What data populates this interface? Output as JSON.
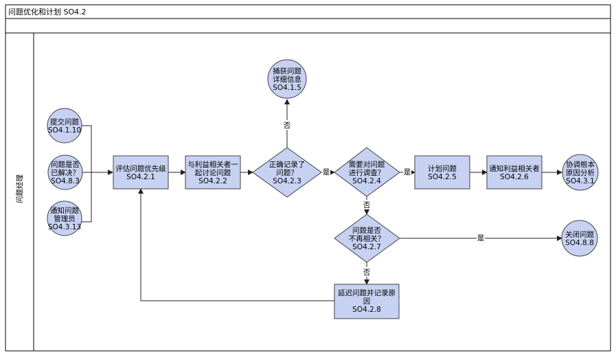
{
  "title": "问题优化和计划 SO4.2",
  "lane_label": "问题经理",
  "colors": {
    "node_fill": "#c7d2f2",
    "node_stroke": "#404040",
    "edge": "#222222",
    "frame": "#000000"
  },
  "nodes": {
    "n1": {
      "shape": "circle",
      "lines": [
        "提交问题",
        "SO4.1.10"
      ]
    },
    "n2": {
      "shape": "circle",
      "lines": [
        "问题是否",
        "已解决？",
        "SO4.8.3"
      ]
    },
    "n3": {
      "shape": "circle",
      "lines": [
        "通知问题",
        "管理员",
        "SO4.3.13"
      ]
    },
    "p1": {
      "shape": "rect",
      "lines": [
        "评估问题优先级",
        "SO4.2.1"
      ]
    },
    "p2": {
      "shape": "rect",
      "lines": [
        "与利益相关者一",
        "起讨论问题",
        "SO4.2.2"
      ]
    },
    "d1": {
      "shape": "diamond",
      "lines": [
        "正确记录了",
        "问题？",
        "SO4.2.3"
      ]
    },
    "c1": {
      "shape": "circle",
      "lines": [
        "捕获问题",
        "详细信息",
        "SO4.1.5"
      ]
    },
    "d2": {
      "shape": "diamond",
      "lines": [
        "需要对问题",
        "进行调查？",
        "SO4.2.4"
      ]
    },
    "p3": {
      "shape": "rect",
      "lines": [
        "计划问题",
        "SO4.2.5"
      ]
    },
    "p4": {
      "shape": "rect",
      "lines": [
        "通知利益相关者",
        "SO4.2.6"
      ]
    },
    "c2": {
      "shape": "circle",
      "lines": [
        "协调根本",
        "原因分析",
        "SO4.3.1"
      ]
    },
    "d3": {
      "shape": "diamond",
      "lines": [
        "问题是否",
        "不再相关？",
        "SO4.2.7"
      ]
    },
    "c3": {
      "shape": "circle",
      "lines": [
        "关闭问题",
        "SO4.8.8"
      ]
    },
    "p5": {
      "shape": "rect",
      "lines": [
        "延迟问题并记录原",
        "因",
        "SO4.2.8"
      ]
    }
  },
  "edge_labels": {
    "no_capture": "否",
    "yes_investigate": "是",
    "yes_plan": "是",
    "no_relevance": "否",
    "yes_close": "是",
    "no_defer": "否"
  }
}
